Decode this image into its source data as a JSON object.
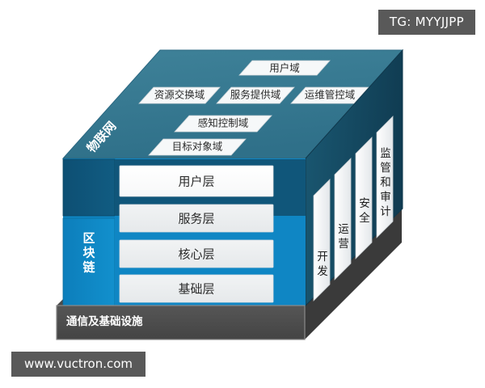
{
  "badges": {
    "tg": "TG: MYYJJPP",
    "watermark": "www.vuctron.com"
  },
  "diagram": {
    "title_iot": "物联网",
    "title_blockchain": "区块链",
    "top_face": {
      "domains": [
        {
          "id": "user-domain",
          "label": "用户域"
        },
        {
          "id": "resource-exchange-domain",
          "label": "资源交换域"
        },
        {
          "id": "service-provider-domain",
          "label": "服务提供域"
        },
        {
          "id": "ops-management-domain",
          "label": "运维管控域"
        },
        {
          "id": "sensing-control-domain",
          "label": "感知控制域"
        },
        {
          "id": "target-object-domain",
          "label": "目标对象域"
        }
      ]
    },
    "layers": [
      {
        "id": "user-layer",
        "label": "用户层"
      },
      {
        "id": "service-layer",
        "label": "服务层"
      },
      {
        "id": "core-layer",
        "label": "核心层"
      },
      {
        "id": "foundation-layer",
        "label": "基础层"
      }
    ],
    "side_panels": [
      {
        "id": "development",
        "label": "开发"
      },
      {
        "id": "operations",
        "label": "运营"
      },
      {
        "id": "security",
        "label": "安全"
      },
      {
        "id": "supervision-audit",
        "label": "监管和审计"
      }
    ],
    "bottom_bar": {
      "id": "comm-infrastructure",
      "label": "通信及基础设施"
    },
    "colors": {
      "top_face": "#3a7d96",
      "top_face_dark": "#2d6b84",
      "left_panel_dark": "#10567a",
      "left_panel_blue": "#0f86c4",
      "right_face": "#154a63",
      "layer_white": "#ffffff",
      "layer_gray": "#eceef0",
      "bottom_bar": "#4d4d4d",
      "bottom_bar_side": "#3f3f3f",
      "badge_gray": "#595959",
      "domain_box": "#f4f6f7"
    }
  }
}
